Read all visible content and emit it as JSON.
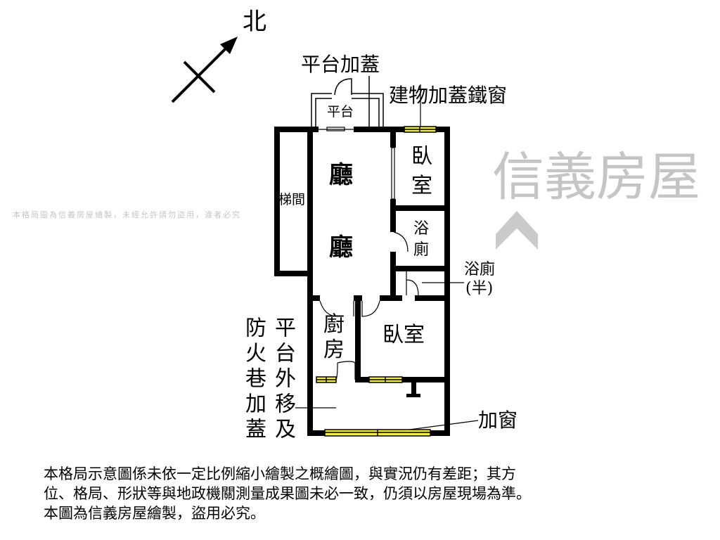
{
  "compass": {
    "north_label": "北"
  },
  "rooms": {
    "platform_addition": "平台加蓋",
    "platform": "平台",
    "building_addition_iron_window": "建物加蓋鐵窗",
    "living_room_1": "廳",
    "living_room_2": "廳",
    "stairwell": "梯間",
    "bedroom_1_a": "臥",
    "bedroom_1_b": "室",
    "bathroom_a": "浴",
    "bathroom_b": "廁",
    "half_bath_a": "浴廁",
    "half_bath_b": "(半)",
    "kitchen_a": "廚",
    "kitchen_b": "房",
    "bedroom_2": "臥室",
    "added_window": "加窗",
    "platform_moved_out": "平台外移及",
    "fire_lane_addition": "防火巷加蓋"
  },
  "watermark": {
    "brand": "信義房屋",
    "notice": "本格局圖為信義房屋繪製，未經允許請勿盜用，違者必究"
  },
  "disclaimer": {
    "line1": "本格局示意圖係未依一定比例縮小繪製之概繪圖，與實況仍有差距；其方",
    "line2": "位、格局、形狀等與地政機關測量成果圖未必一致，仍須以房屋現場為準。",
    "line3": "本圖為信義房屋繪製，盜用必究。"
  },
  "colors": {
    "wall": "#000000",
    "window": "#f2ec3a",
    "watermark": "#9a9a9a"
  }
}
